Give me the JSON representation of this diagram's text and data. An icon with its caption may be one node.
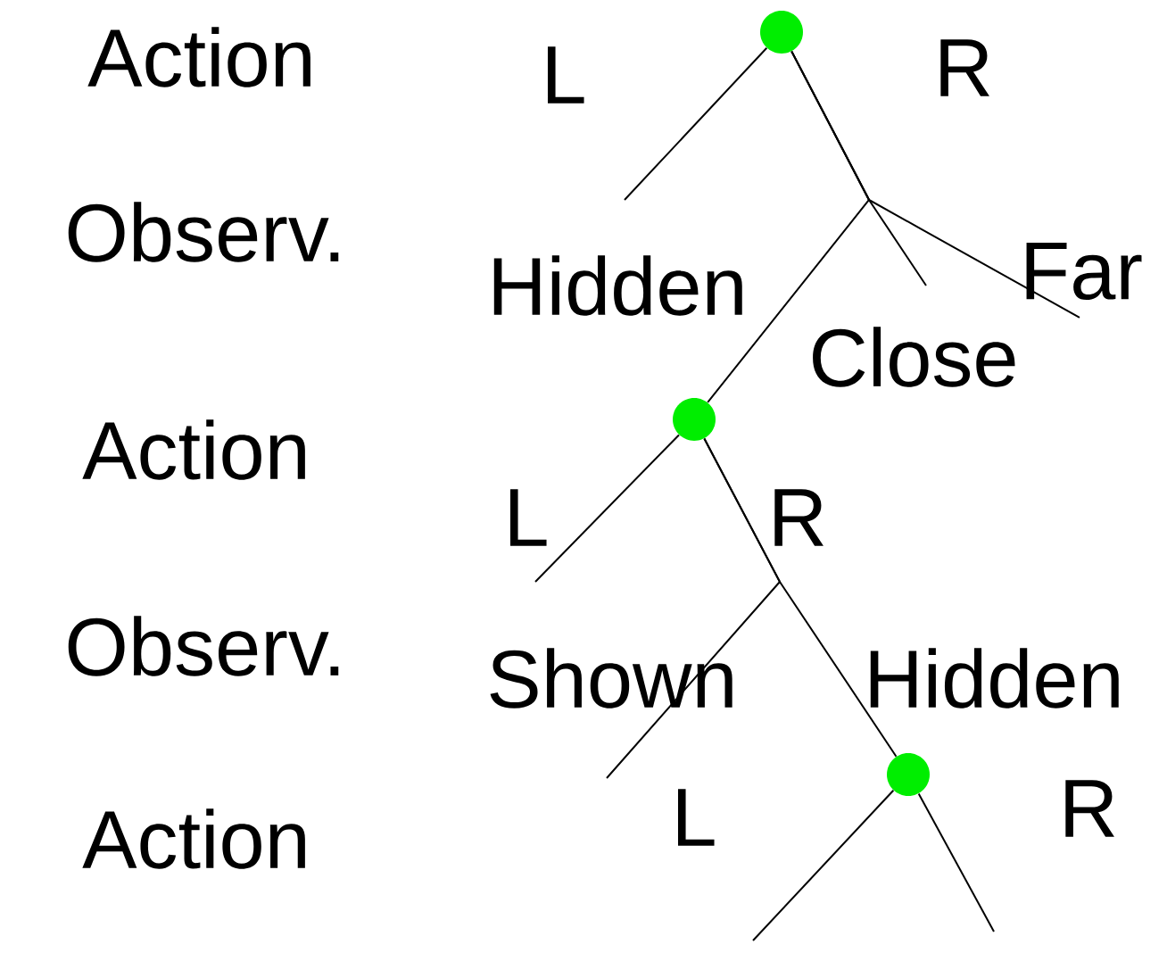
{
  "diagram": {
    "nodes": [
      {
        "text": [],
        "shape": "circle"
      },
      {
        "text": [],
        "shape": "circle"
      },
      {
        "text": [],
        "shape": "circle"
      }
    ],
    "edges": [
      {
        "from": 0,
        "to": null,
        "arrow": "none"
      },
      {
        "from": 0,
        "to": 1,
        "arrow": "none"
      },
      {
        "from": 0,
        "to": null,
        "arrow": "none"
      },
      {
        "from": 0,
        "to": null,
        "arrow": "none"
      },
      {
        "from": 1,
        "to": null,
        "arrow": "none"
      },
      {
        "from": 1,
        "to": null,
        "arrow": "none"
      },
      {
        "from": 1,
        "to": 2,
        "arrow": "none"
      },
      {
        "from": 2,
        "to": null,
        "arrow": "none"
      },
      {
        "from": 2,
        "to": null,
        "arrow": "none"
      }
    ],
    "labels": [
      "Action",
      "L",
      "R",
      "Observ.",
      "Hidden",
      "Far",
      "Close",
      "Action",
      "L",
      "R",
      "Observ.",
      "Shown",
      "Hidden",
      "Action",
      "L",
      "R"
    ]
  }
}
